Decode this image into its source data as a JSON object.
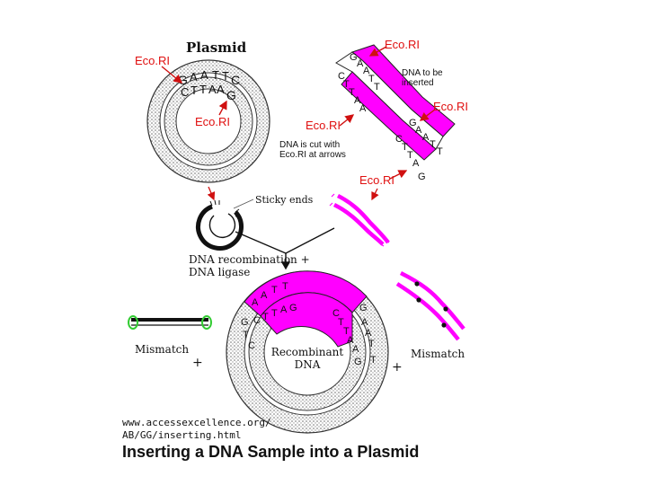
{
  "plasmid_title": "Plasmid",
  "enzyme_label": "Eco.RI",
  "top_seq": [
    "G",
    "A",
    "A",
    "T",
    "T",
    "C"
  ],
  "bottom_seq": [
    "C",
    "T",
    "T",
    "A",
    "A",
    "G"
  ],
  "dna_insert_label": [
    "DNA to be",
    "inserted"
  ],
  "cut_note": [
    "DNA is cut with",
    "Eco.RI at arrows"
  ],
  "sticky_ends": "Sticky ends",
  "recombination_step": [
    "DNA recombination +",
    "DNA ligase"
  ],
  "mismatch": "Mismatch",
  "plus": "+",
  "recombinant": [
    "Recombinant",
    "DNA"
  ],
  "source_url": [
    "www.accessexcellence.org/",
    "AB/GG/inserting.html"
  ],
  "caption": "Inserting a DNA Sample into a Plasmid",
  "colors": {
    "magenta": "#ff00ff",
    "red_label": "#e01010",
    "arrow": "#d01010",
    "stipple": "#b9b9b9",
    "green": "#33cc33"
  }
}
